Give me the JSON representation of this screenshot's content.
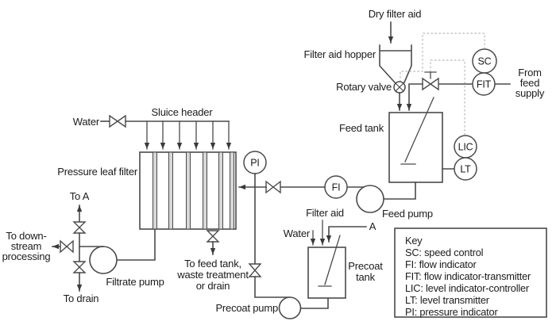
{
  "colors": {
    "line": "#4a4a4a",
    "text": "#1b1b1b",
    "signal_line": "#c3c3c3",
    "leaf_fill": "#d8d8d8",
    "background": "#ffffff"
  },
  "labels": {
    "dry_filter_aid": "Dry filter aid",
    "filter_aid_hopper": "Filter aid hopper",
    "rotary_valve": "Rotary valve",
    "from_feed_supply": [
      "From",
      "feed",
      "supply"
    ],
    "feed_tank": "Feed tank",
    "feed_pump": "Feed pump",
    "water_sluice": "Water",
    "sluice_header": "Sluice header",
    "pressure_leaf_filter": "Pressure leaf filter",
    "to_a": "To A",
    "to_downstream": [
      "To down-",
      "stream",
      "processing"
    ],
    "to_drain": "To drain",
    "filtrate_pump": "Filtrate pump",
    "filter_bottom_outlet": [
      "To feed tank,",
      "waste treatment",
      "or drain"
    ],
    "filter_aid_precoat": "Filter aid",
    "water_precoat": "Water",
    "a_marker": "A",
    "precoat_tank": [
      "Precoat",
      "tank"
    ],
    "precoat_pump": "Precoat pump"
  },
  "instruments": {
    "sc": "SC",
    "fit": "FIT",
    "lic": "LIC",
    "lt": "LT",
    "pi": "PI",
    "fi": "FI"
  },
  "key": {
    "title": "Key",
    "items": [
      "SC: speed control",
      "FI: flow indicator",
      "FIT: flow indicator-transmitter",
      "LIC: level indicator-controller",
      "LT: level transmitter",
      "PI: pressure indicator"
    ]
  }
}
